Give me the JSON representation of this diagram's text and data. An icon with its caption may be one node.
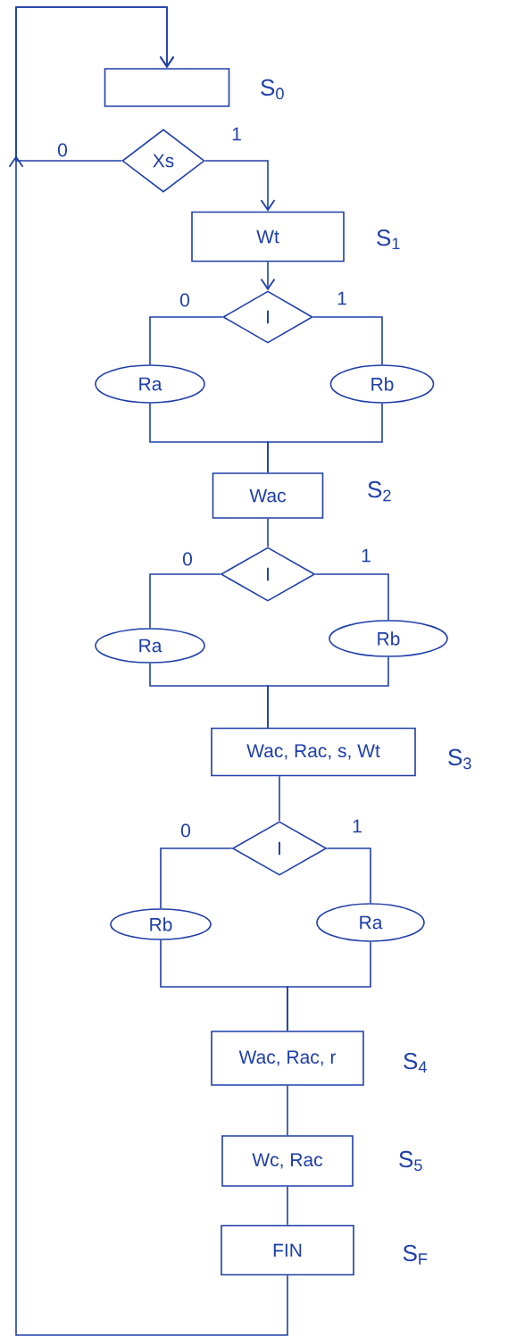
{
  "diagram": {
    "nodes": [
      {
        "text": [],
        "shape": "box",
        "beside": [
          "S$_{0}$"
        ]
      },
      {
        "text": [
          "Xs"
        ]
      },
      {
        "text": [
          "Wt"
        ],
        "beside": [
          "S$_{1}$"
        ]
      },
      {
        "text": [
          "I"
        ]
      },
      {
        "text": [
          "Ra"
        ]
      },
      {
        "text": [
          "Rb"
        ]
      },
      {
        "text": [
          "Wac"
        ],
        "beside": [
          "S$_{2}$"
        ]
      },
      {
        "text": [
          "I"
        ]
      },
      {
        "text": [
          "Ra"
        ]
      },
      {
        "text": [
          "Rb"
        ]
      },
      {
        "text": [
          "Wac, Rac, s, Wt"
        ],
        "beside": [
          "S$_{3}$"
        ]
      },
      {
        "text": [
          "I"
        ]
      },
      {
        "text": [
          "Rb"
        ]
      },
      {
        "text": [
          "Ra"
        ]
      },
      {
        "text": [
          "Wac, Rac, r"
        ],
        "beside": [
          "S$_{4}$"
        ]
      },
      {
        "text": [
          "Wc, Rac"
        ],
        "beside": [
          "S$_{5}$"
        ]
      },
      {
        "text": [
          "FIN"
        ],
        "beside": [
          "S$_{F}$"
        ]
      }
    ],
    "edges": [
      {
        "from": 16,
        "to": 0,
        "arrow": "to"
      },
      {
        "from": 1,
        "to": 0,
        "label": "0",
        "arrow": "to"
      },
      {
        "from": 1,
        "to": 2,
        "label": "1",
        "arrow": "to"
      },
      {
        "from": 2,
        "to": 3,
        "arrow": "to"
      },
      {
        "from": 3,
        "to": 4,
        "label": "0",
        "arrow": "none"
      },
      {
        "from": 3,
        "to": 5,
        "label": "1",
        "arrow": "none"
      },
      {
        "from": 4,
        "to": 6,
        "arrow": "none"
      },
      {
        "from": 5,
        "to": 6,
        "arrow": "none"
      },
      {
        "from": 6,
        "to": 7,
        "arrow": "none"
      },
      {
        "from": 7,
        "to": 8,
        "label": "0",
        "arrow": "none"
      },
      {
        "from": 7,
        "to": 9,
        "label": "1",
        "arrow": "none"
      },
      {
        "from": 8,
        "to": 10,
        "arrow": "none"
      },
      {
        "from": 9,
        "to": 10,
        "arrow": "none"
      },
      {
        "from": 10,
        "to": 11,
        "arrow": "none"
      },
      {
        "from": 11,
        "to": 12,
        "label": "0",
        "arrow": "none"
      },
      {
        "from": 11,
        "to": 13,
        "label": "1",
        "arrow": "none"
      },
      {
        "from": 12,
        "to": 14,
        "arrow": "none"
      },
      {
        "from": 13,
        "to": 14,
        "arrow": "none"
      },
      {
        "from": 14,
        "to": 15,
        "arrow": "none"
      },
      {
        "from": 15,
        "to": 16,
        "arrow": "none"
      }
    ]
  }
}
